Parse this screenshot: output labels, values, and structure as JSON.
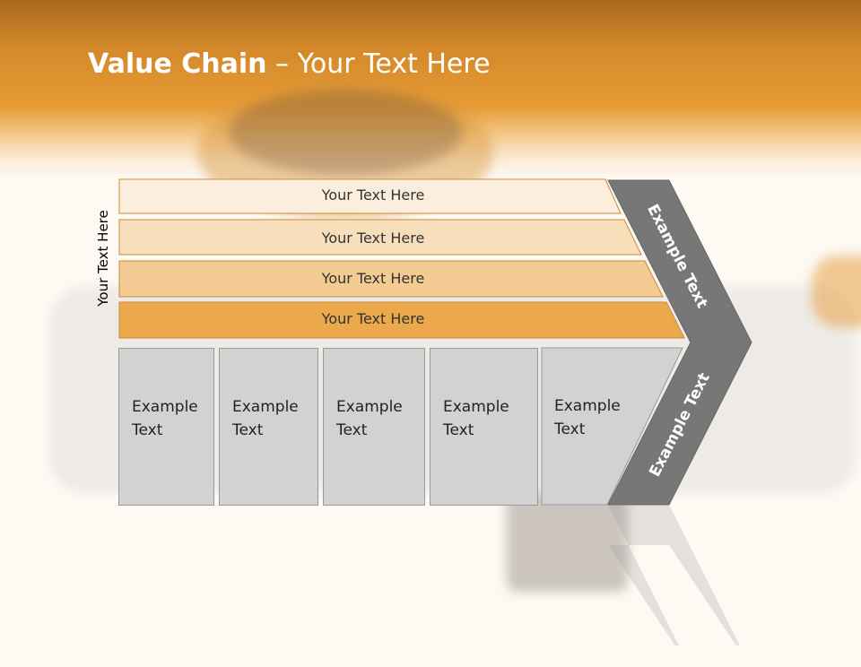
{
  "slide": {
    "title_bold": "Value Chain",
    "title_rest": " – Your Text Here",
    "side_label": "Your Text Here",
    "support_bands": [
      {
        "label": "Your Text Here",
        "color": "#fbeedd"
      },
      {
        "label": "Your Text Here",
        "color": "#f8dfbc"
      },
      {
        "label": "Your Text Here",
        "color": "#f4cb93"
      },
      {
        "label": "Your Text Here",
        "color": "#eba94c"
      }
    ],
    "primary_activities": [
      {
        "line1": "Example",
        "line2": "Text"
      },
      {
        "line1": "Example",
        "line2": "Text"
      },
      {
        "line1": "Example",
        "line2": "Text"
      },
      {
        "line1": "Example",
        "line2": "Text"
      },
      {
        "line1": "Example",
        "line2": "Text"
      }
    ],
    "chevron_upper_label": "Example Text",
    "chevron_lower_label": "Example Text",
    "colors": {
      "chevron": "#777777",
      "box_fill": "#d2d2d2",
      "band_border": "#c98a3a"
    }
  }
}
